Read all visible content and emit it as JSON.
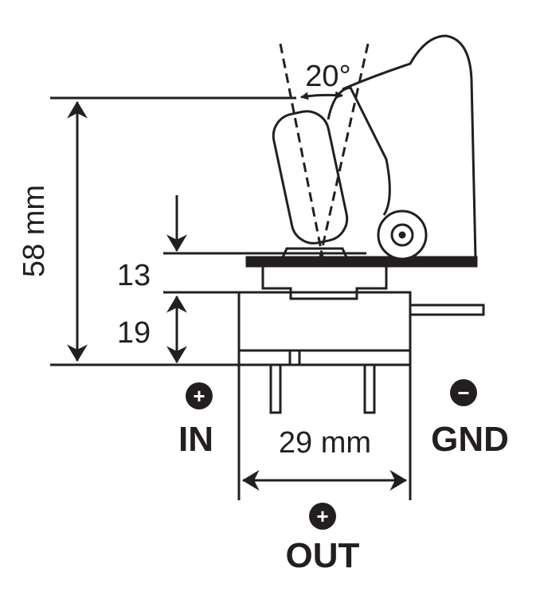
{
  "dimensions": {
    "height_total": "58 mm",
    "lever_height": "13",
    "body_height": "19",
    "width": "29 mm",
    "angle": "20°"
  },
  "terminals": {
    "in": {
      "label": "IN",
      "symbol": "+"
    },
    "gnd": {
      "label": "GND",
      "symbol": "−"
    },
    "out": {
      "label": "OUT",
      "symbol": "+"
    }
  },
  "colors": {
    "ink": "#231f20",
    "background": "#ffffff"
  }
}
